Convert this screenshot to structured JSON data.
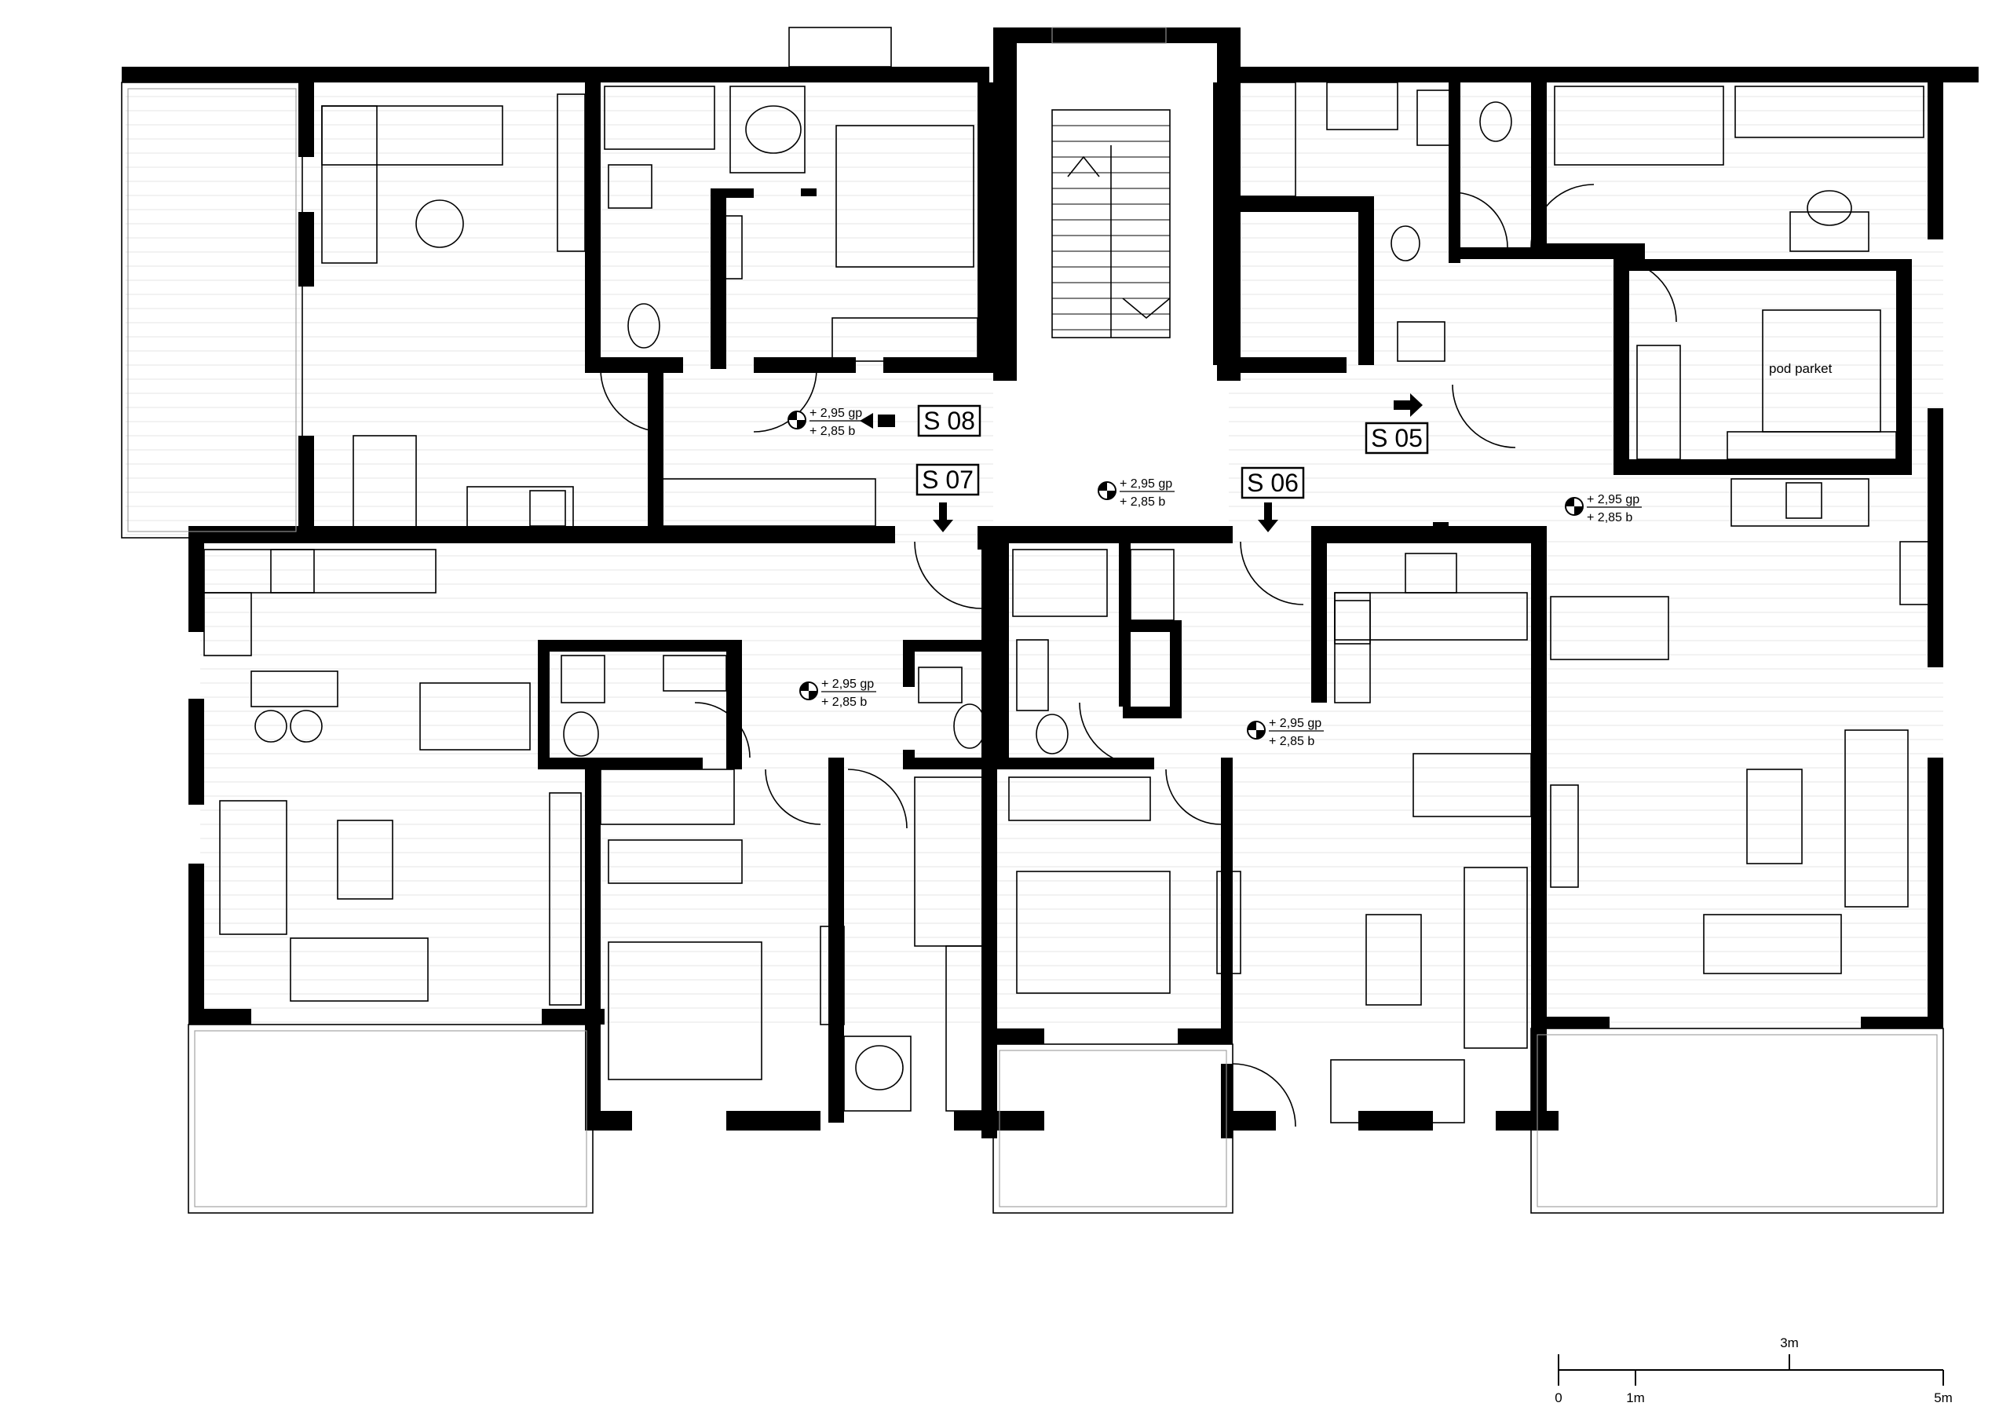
{
  "labels": {
    "s05": "S 05",
    "s06": "S 06",
    "s07": "S 07",
    "s08": "S 08"
  },
  "levels": [
    {
      "gp": "+ 2,95 gp",
      "b": "+ 2,85 b"
    },
    {
      "gp": "+ 2,95 gp",
      "b": "+ 2,85 b"
    },
    {
      "gp": "+ 2,95 gp",
      "b": "+ 2,85 b"
    },
    {
      "gp": "+ 2,95 gp",
      "b": "+ 2,85 b"
    },
    {
      "gp": "+ 2,95 gp",
      "b": "+ 2,85 b"
    }
  ],
  "notes": {
    "flooring": "pod parket"
  },
  "scale_bar": {
    "tick_0": "0",
    "tick_1": "1m",
    "tick_3": "3m",
    "tick_5": "5m"
  },
  "colors": {
    "wall": "#000000",
    "line": "#000000",
    "grid": "#e6e6e6",
    "background": "#ffffff"
  }
}
